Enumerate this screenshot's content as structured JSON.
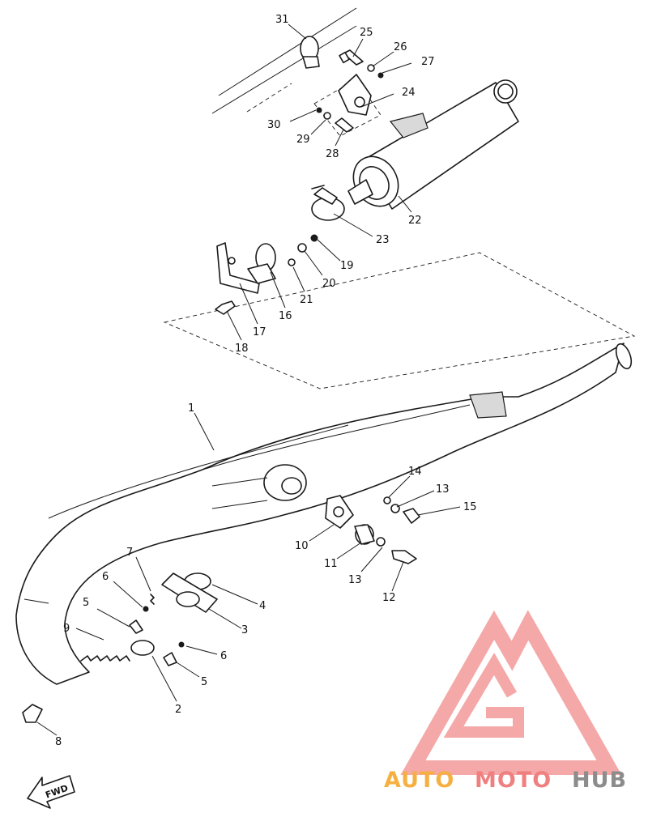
{
  "callouts": {
    "c1": "1",
    "c2": "2",
    "c3": "3",
    "c4": "4",
    "c5a": "5",
    "c5b": "5",
    "c6a": "6",
    "c6b": "6",
    "c7": "7",
    "c8": "8",
    "c9": "9",
    "c10": "10",
    "c11": "11",
    "c12": "12",
    "c13a": "13",
    "c13b": "13",
    "c14": "14",
    "c15": "15",
    "c16": "16",
    "c17": "17",
    "c18": "18",
    "c19": "19",
    "c20": "20",
    "c21": "21",
    "c22": "22",
    "c23": "23",
    "c24": "24",
    "c25": "25",
    "c26": "26",
    "c27": "27",
    "c28": "28",
    "c29": "29",
    "c30": "30",
    "c31": "31"
  },
  "direction_arrow": {
    "label": "FWD"
  },
  "watermark": {
    "part1": "AUTO",
    "part2": "MOTO",
    "part3": "HUB",
    "color_primary": "#f5b041",
    "color_secondary": "#f08080",
    "color_tertiary": "#8c8c8c",
    "logo_color": "#f28c8c"
  }
}
